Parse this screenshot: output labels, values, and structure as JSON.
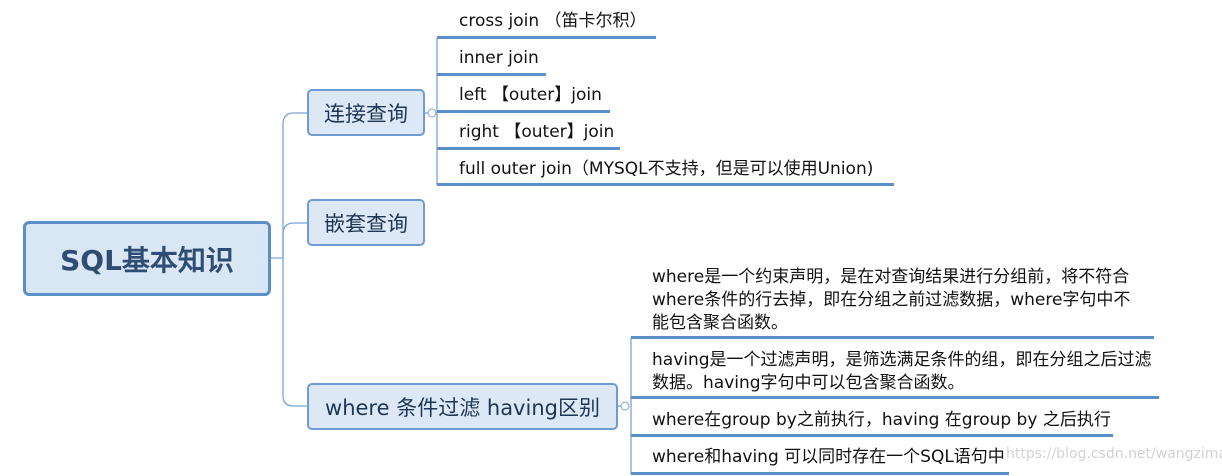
{
  "root": {
    "label": "SQL基本知识"
  },
  "branches": [
    {
      "label": "连接查询",
      "leaves": [
        "cross join （笛卡尔积）",
        "inner join",
        "left 【outer】join",
        "right 【outer】join",
        "full outer join（MYSQL不支持，但是可以使用Union)"
      ]
    },
    {
      "label": "嵌套查询",
      "leaves": []
    },
    {
      "label": "where 条件过滤 having区别",
      "leaves": [
        "where是一个约束声明，是在对查询结果进行分组前，将不符合where条件的行去掉，即在分组之前过滤数据，where字句中不能包含聚合函数。",
        "having是一个过滤声明，是筛选满足条件的组，即在分组之后过滤数据。having字句中可以包含聚合函数。",
        "where在group by之前执行，having 在group by 之后执行",
        "where和having 可以同时存在一个SQL语句中"
      ]
    }
  ],
  "watermark": "https://blog.csdn.net/wangziman",
  "colors": {
    "line": "#5b8fc9",
    "root_fill": "#d9e6f4",
    "branch_fill": "#dce8f5",
    "root_text": "#2f4d72"
  }
}
